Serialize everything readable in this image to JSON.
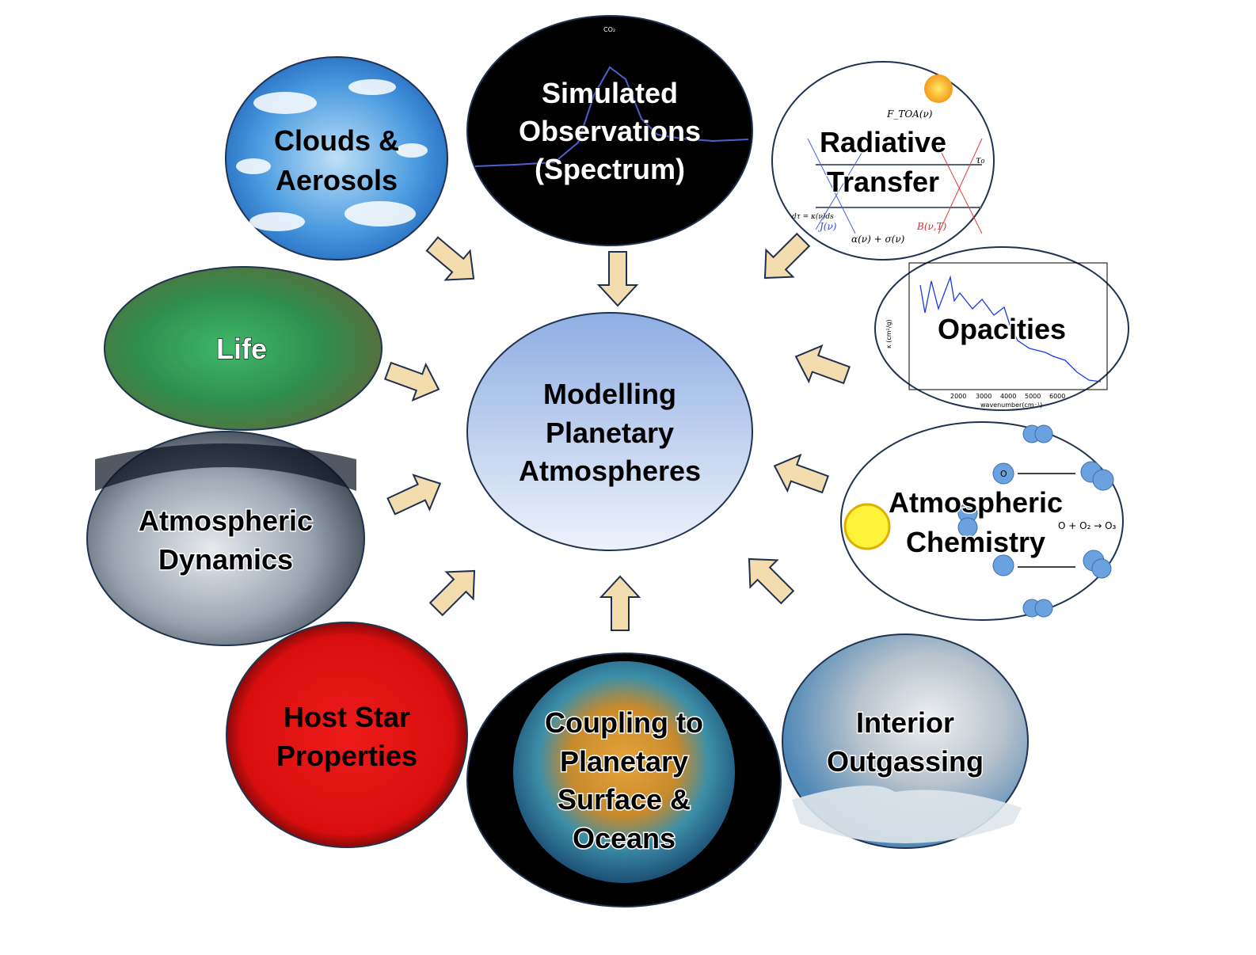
{
  "center": {
    "lines": [
      "Modelling",
      "Planetary",
      "Atmospheres"
    ]
  },
  "nodes": {
    "simulated": {
      "lines": [
        "Simulated",
        "Observations",
        "(Spectrum)"
      ],
      "caption": "CO₂"
    },
    "clouds": {
      "lines": [
        "Clouds &",
        "Aerosols"
      ]
    },
    "radiative": {
      "lines": [
        "Radiative",
        "Transfer"
      ],
      "eq_flux": "F_TOA(ν)",
      "eq_alpha": "α(ν) + σ(ν)",
      "eq_j": "J(ν)",
      "eq_b": "B(ν,T)",
      "eq_tau": "τ₀",
      "eq_dtau": "dτ = κ(ν)ds"
    },
    "opacities": {
      "lines": [
        "Opacities"
      ],
      "xlabel": "wavenumber(cm⁻¹)",
      "xticks": [
        "2000",
        "3000",
        "4000",
        "5000",
        "6000"
      ],
      "ylabel": "κ (cm²/g)"
    },
    "life": {
      "lines": [
        "Life"
      ]
    },
    "chemistry": {
      "lines": [
        "Atmospheric",
        "Chemistry"
      ],
      "reaction": "O + O₂ → O₃",
      "atom": "O"
    },
    "dynamics": {
      "lines": [
        "Atmospheric",
        "Dynamics"
      ]
    },
    "hoststar": {
      "lines": [
        "Host Star",
        "Properties"
      ]
    },
    "coupling": {
      "lines": [
        "Coupling to",
        "Planetary",
        "Surface &",
        "Oceans"
      ]
    },
    "interior": {
      "lines": [
        "Interior",
        "Outgassing"
      ]
    }
  },
  "colors": {
    "arrow_fill": "#f3dcae",
    "arrow_stroke": "#1f2f4f",
    "outline": "#1f3350",
    "center_top": "#8eaee3",
    "center_bottom": "#eef2fb"
  }
}
